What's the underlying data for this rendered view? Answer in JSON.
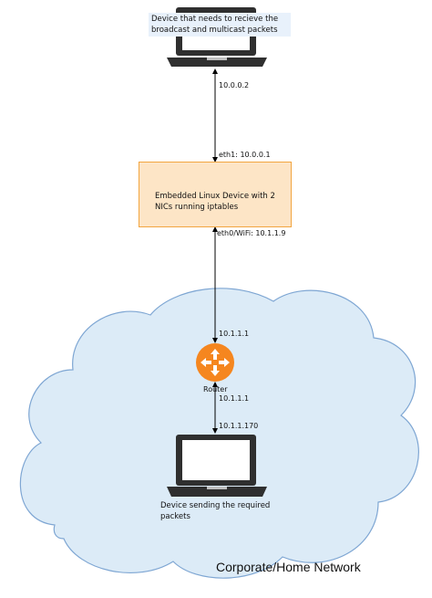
{
  "diagram": {
    "nodes": {
      "receiver": {
        "icon": "laptop-icon",
        "lines": [
          "Device that needs to recieve the",
          "broadcast and multicast packets"
        ]
      },
      "embedded": {
        "lines": [
          "Embedded Linux Device with 2",
          "NICs running iptables"
        ]
      },
      "router": {
        "icon": "router-icon",
        "label": "Router"
      },
      "sender": {
        "icon": "laptop-icon",
        "lines": [
          "Device sending the required",
          "packets"
        ]
      }
    },
    "edge_labels": {
      "receiver_ip": "10.0.0.2",
      "eth1": "eth1: 10.0.0.1",
      "eth0": "eth0/WiFi: 10.1.1.9",
      "router_top_ip": "10.1.1.1",
      "router_bottom_ip": "10.1.1.1",
      "sender_ip": "10.1.1.170"
    },
    "region_label": "Corporate/Home Network",
    "colors": {
      "cloud_fill": "#dcebf7",
      "cloud_stroke": "#7ea6d3",
      "box_fill": "#fde5c6",
      "box_stroke": "#f2a540",
      "router_fill": "#f5861f",
      "laptop": "#2f2f2f",
      "line": "#000000"
    }
  }
}
